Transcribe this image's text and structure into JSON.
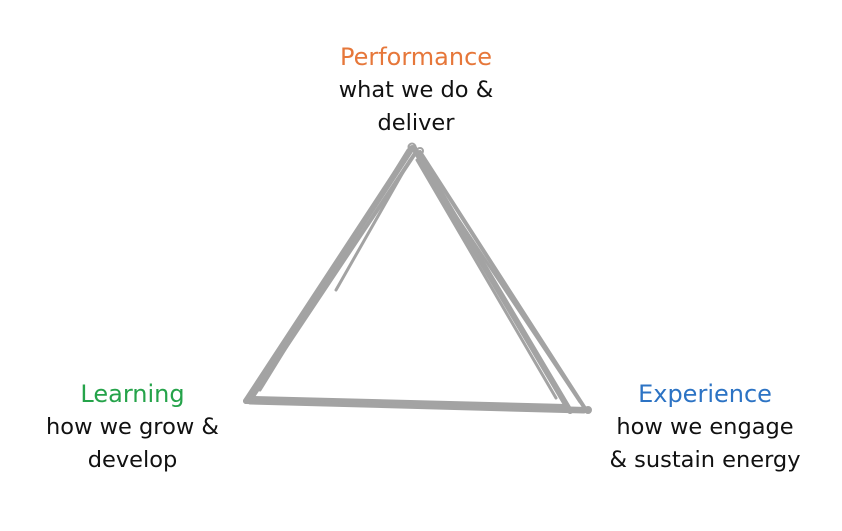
{
  "nodes": {
    "top": {
      "title": "Performance",
      "lines": [
        "what we do &",
        "deliver"
      ],
      "color": "#e6773a"
    },
    "left": {
      "title": "Learning",
      "lines": [
        "how we grow &",
        "develop"
      ],
      "color": "#25a34a"
    },
    "right": {
      "title": "Experience",
      "lines": [
        "how we engage",
        "& sustain energy"
      ],
      "color": "#2c73c4"
    }
  },
  "stroke_color": "#a3a3a3"
}
